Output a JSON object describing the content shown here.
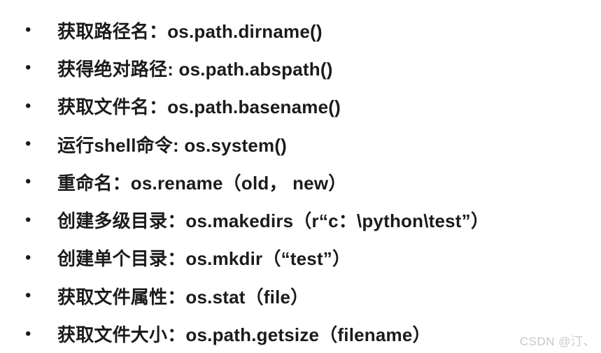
{
  "page": {
    "background": "#ffffff",
    "text_color": "#1b1b1b",
    "bullet_glyph": "•"
  },
  "list": {
    "items": [
      "获取路径名：os.path.dirname()",
      "获得绝对路径: os.path.abspath()",
      "获取文件名：os.path.basename()",
      "运行shell命令: os.system()",
      "重命名：os.rename（old， new）",
      "创建多级目录：os.makedirs（r“c：\\python\\test”）",
      "创建单个目录：os.mkdir（“test”）",
      "获取文件属性：os.stat（file）",
      "获取文件大小：os.path.getsize（filename）"
    ]
  },
  "watermark": {
    "text": "CSDN @汀、",
    "color": "#c7c7ca"
  }
}
